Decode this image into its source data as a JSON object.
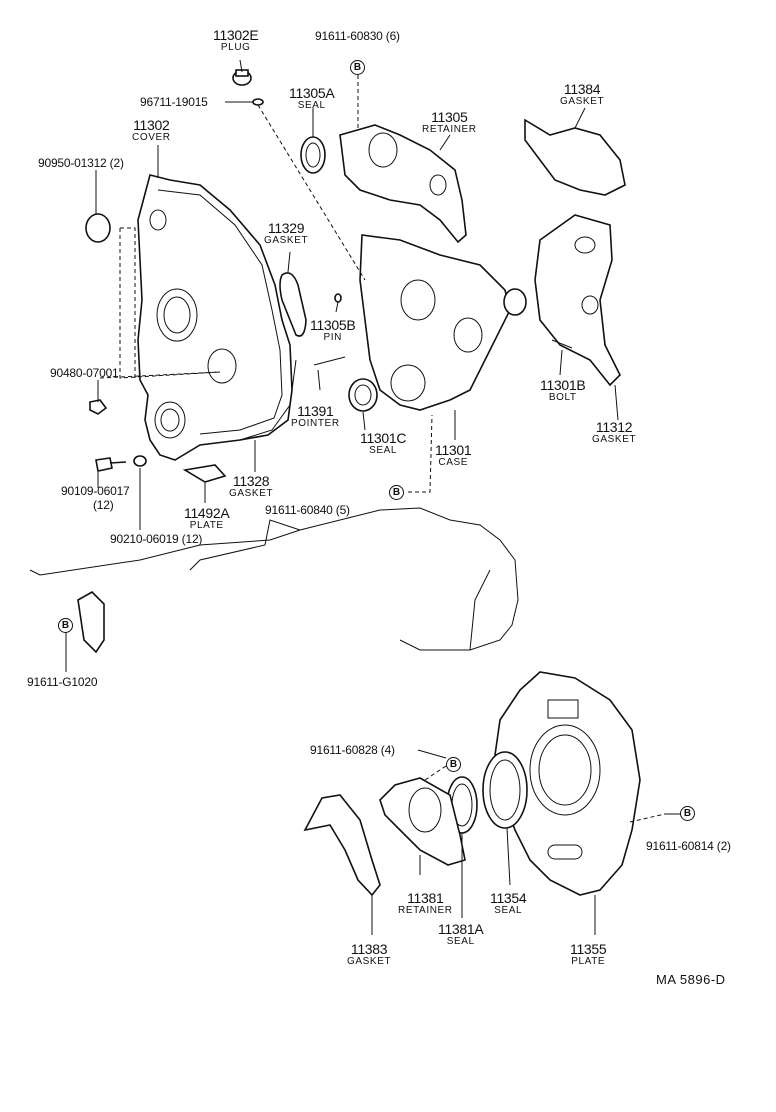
{
  "callouts": [
    {
      "id": "11302E",
      "name": "PLUG"
    },
    {
      "id": "11305A",
      "name": "SEAL"
    },
    {
      "id": "11305",
      "name": "RETAINER"
    },
    {
      "id": "11384",
      "name": "GASKET"
    },
    {
      "id": "11302",
      "name": "COVER"
    },
    {
      "id": "11329",
      "name": "GASKET"
    },
    {
      "id": "11305B",
      "name": "PIN"
    },
    {
      "id": "11391",
      "name": "POINTER"
    },
    {
      "id": "11301C",
      "name": "SEAL"
    },
    {
      "id": "11301",
      "name": "CASE"
    },
    {
      "id": "11301B",
      "name": "BOLT"
    },
    {
      "id": "11312",
      "name": "GASKET"
    },
    {
      "id": "11328",
      "name": "GASKET"
    },
    {
      "id": "11492A",
      "name": "PLATE"
    },
    {
      "id": "11381",
      "name": "RETAINER"
    },
    {
      "id": "11354",
      "name": "SEAL"
    },
    {
      "id": "11381A",
      "name": "SEAL"
    },
    {
      "id": "11383",
      "name": "GASKET"
    },
    {
      "id": "11355",
      "name": "PLATE"
    }
  ],
  "part_labels": [
    "91611-60830 (6)",
    "96711-19015",
    "90950-01312 (2)",
    "90480-07001",
    "90109-06017",
    "(12)",
    "90210-06019 (12)",
    "91611-60840 (5)",
    "91611-G1020",
    "91611-60828 (4)",
    "91611-60814 (2)"
  ],
  "ref_mark": "B",
  "diagram_code": "MA  5896-D"
}
